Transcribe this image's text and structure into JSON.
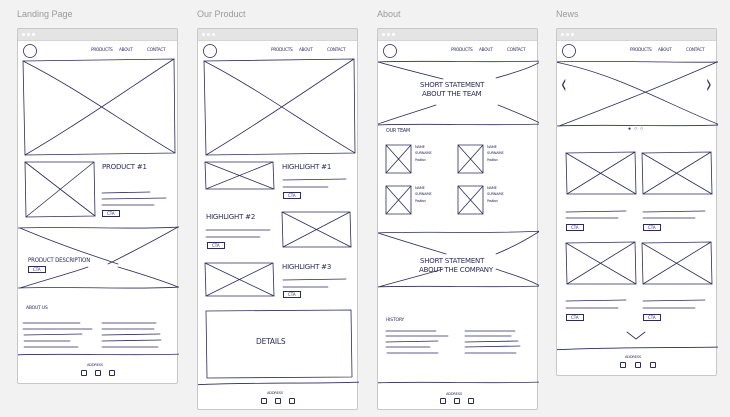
{
  "pages": [
    {
      "label": "Landing Page",
      "nav": [
        "PRODUCTS",
        "ABOUT",
        "CONTACT"
      ],
      "product_title": "PRODUCT #1",
      "cta": "CTA",
      "description_title": "PRODUCT DESCRIPTION",
      "about_title": "ABOUT US",
      "footer_address": "ADDRESS"
    },
    {
      "label": "Our Product",
      "nav": [
        "PRODUCTS",
        "ABOUT",
        "CONTACT"
      ],
      "highlights": [
        "HIGHLIGHT #1",
        "HIGHLIGHT #2",
        "HIGHLIGHT #3"
      ],
      "cta": "CTA",
      "details": "DETAILS",
      "footer_address": "ADDRESS"
    },
    {
      "label": "About",
      "nav": [
        "PRODUCTS",
        "ABOUT",
        "CONTACT"
      ],
      "team_statement": [
        "SHORT STATEMENT",
        "ABOUT THE TEAM"
      ],
      "team_title": "OUR TEAM",
      "member": {
        "name": "NAME",
        "surname": "SURNAME",
        "position": "Position"
      },
      "company_statement": [
        "SHORT STATEMENT",
        "ABOUT THE COMPANY"
      ],
      "history_title": "HISTORY",
      "footer_address": "ADDRESS"
    },
    {
      "label": "News",
      "nav": [
        "PRODUCTS",
        "ABOUT",
        "CONTACT"
      ],
      "carousel_prev": "‹",
      "carousel_next": "›",
      "pager": [
        "●",
        "○",
        "○"
      ],
      "cta": "CTA",
      "footer_address": "ADDRESS"
    }
  ],
  "icons": {
    "logo": "circle-logo-icon",
    "social": [
      "facebook-icon",
      "instagram-icon",
      "twitter-icon"
    ],
    "more": "chevron-down-icon"
  },
  "colors": {
    "ink": "#2b2a5c",
    "canvas": "#f2f2f2",
    "frame_border": "#c8c8c8",
    "chrome": "#e4e4e4",
    "label": "#9a9a9a"
  }
}
